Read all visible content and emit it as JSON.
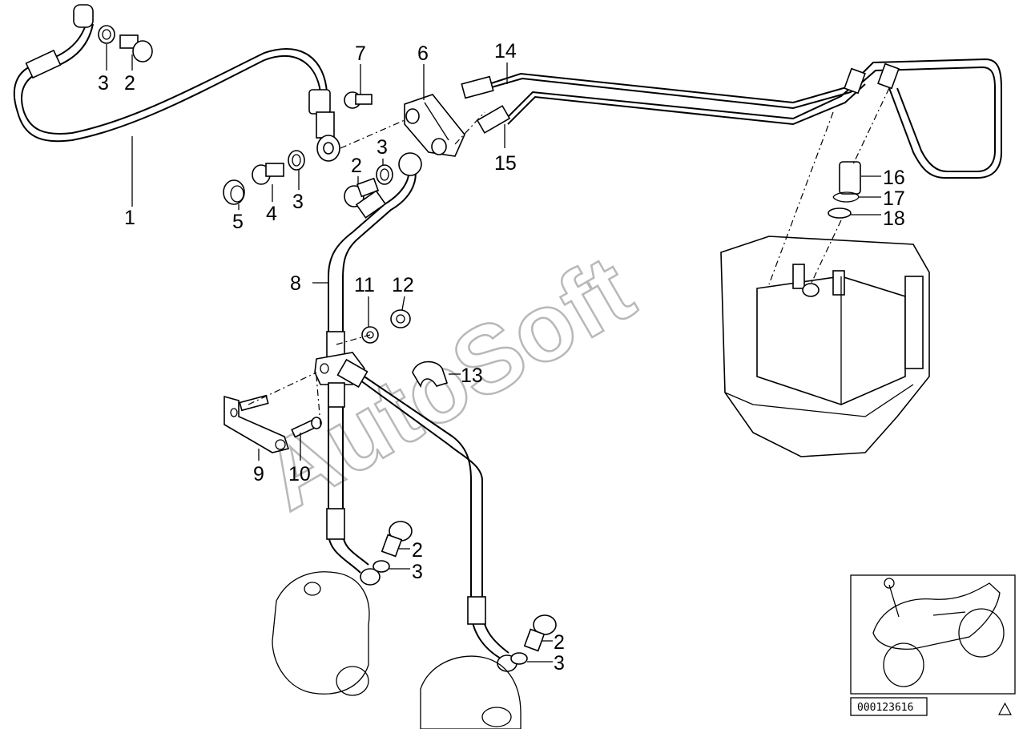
{
  "labels": {
    "l1": "1",
    "l2a": "2",
    "l3a": "3",
    "l2b": "2",
    "l3b": "3",
    "l3c": "3",
    "l4": "4",
    "l5": "5",
    "l6": "6",
    "l7": "7",
    "l8": "8",
    "l9": "9",
    "l10": "10",
    "l11": "11",
    "l12": "12",
    "l13": "13",
    "l14": "14",
    "l15": "15",
    "l16": "16",
    "l17": "17",
    "l18": "18",
    "l2c": "2",
    "l3d": "3",
    "l2d": "2",
    "l3e": "3"
  },
  "watermark": "AutoSoft",
  "part_number": "000123616",
  "colors": {
    "line": "#000000",
    "watermark": "#b8b8b8",
    "background": "#ffffff"
  }
}
